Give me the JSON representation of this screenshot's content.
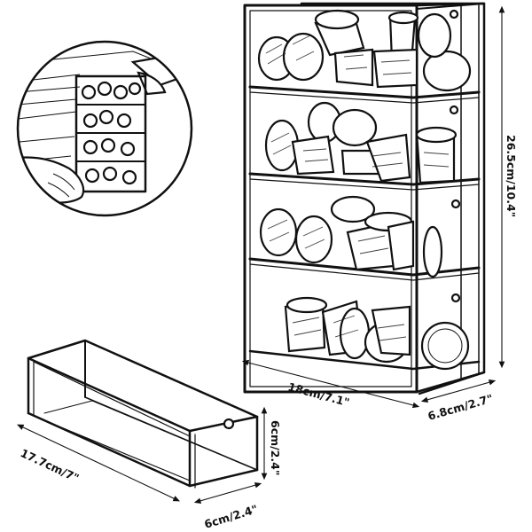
{
  "dimensions": {
    "width_large": "18cm/7.1\"",
    "depth_large": "6.8cm/2.7\"",
    "height_large": "26.5cm/10.4\"",
    "width_single": "17.7cm/7\"",
    "depth_single": "6cm/2.4\"",
    "height_single": "6cm/2.4\""
  }
}
